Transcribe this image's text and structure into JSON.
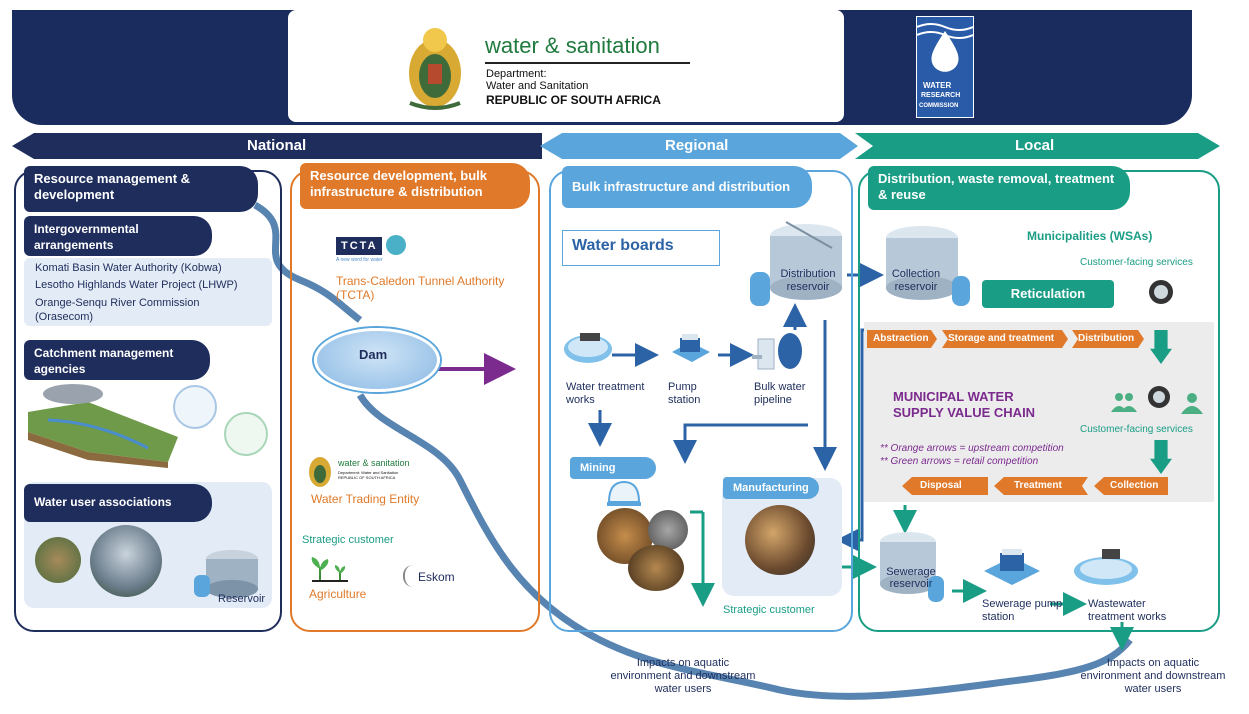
{
  "header": {
    "dept_title": "water & sanitation",
    "dept_line1": "Department:",
    "dept_line2": "Water and Sanitation",
    "dept_line3": "REPUBLIC OF SOUTH AFRICA",
    "wrc_lines": [
      "WATER",
      "RESEARCH",
      "COMMISSION"
    ]
  },
  "scales": [
    "National",
    "Regional",
    "Local"
  ],
  "national": {
    "title": "Resource management & development",
    "intergov_title": "Intergovernmental arrangements",
    "intergov_items": [
      "Komati Basin Water Authority (Kobwa)",
      "Lesotho Highlands Water Project (LHWP)",
      "Orange-Senqu River Commission (Orasecom)"
    ],
    "catchment_title": "Catchment management agencies",
    "wua_title": "Water user associations",
    "reservoir": "Reservoir"
  },
  "resource_dev": {
    "title": "Resource development, bulk infrastructure & distribution",
    "tcta_logo": "TCTA",
    "tcta_tagline": "A new word for water",
    "tcta_name": "Trans-Caledon Tunnel Authority (TCTA)",
    "dam": "Dam",
    "wte_logo_title": "water & sanitation",
    "wte_logo_small": "Department: Water and Sanitation REPUBLIC OF SOUTH AFRICA",
    "wte_name": "Water Trading Entity",
    "strategic_customer": "Strategic customer",
    "agriculture": "Agriculture",
    "eskom": "Eskom"
  },
  "regional": {
    "title": "Bulk infrastructure and distribution",
    "water_boards": "Water boards",
    "distribution_reservoir": "Distribution reservoir",
    "wtw": "Water treatment works",
    "pump_station": "Pump station",
    "bulk_pipeline": "Bulk water pipeline",
    "mining": "Mining",
    "manufacturing": "Manufacturing",
    "strategic_customer": "Strategic customer"
  },
  "local": {
    "title": "Distribution, waste removal, treatment & reuse",
    "municipalities": "Municipalities (WSAs)",
    "collection_reservoir": "Collection reservoir",
    "customer_services_top": "Customer-facing services",
    "reticulation": "Reticulation",
    "chain_top": [
      "Abstraction",
      "Storage and treatment",
      "Distribution"
    ],
    "value_chain_title": "MUNICIPAL WATER SUPPLY VALUE CHAIN",
    "customer_services_mid": "Customer-facing services",
    "note1": "** Orange arrows = upstream competition",
    "note2": "** Green arrows = retail competition",
    "chain_bottom": [
      "Disposal",
      "Treatment",
      "Collection"
    ],
    "sewerage_reservoir": "Sewerage reservoir",
    "sewerage_pump": "Sewerage pump station",
    "wastewater_works": "Wastewater treatment works"
  },
  "impacts": {
    "left": "Impacts on aquatic environment and downstream water users",
    "right": "Impacts on aquatic environment and downstream water users"
  },
  "colors": {
    "navy": "#1e2d5c",
    "orange": "#e07a2a",
    "light_blue": "#5aa6dc",
    "teal": "#1a9d85",
    "purple": "#7b2a8e"
  }
}
